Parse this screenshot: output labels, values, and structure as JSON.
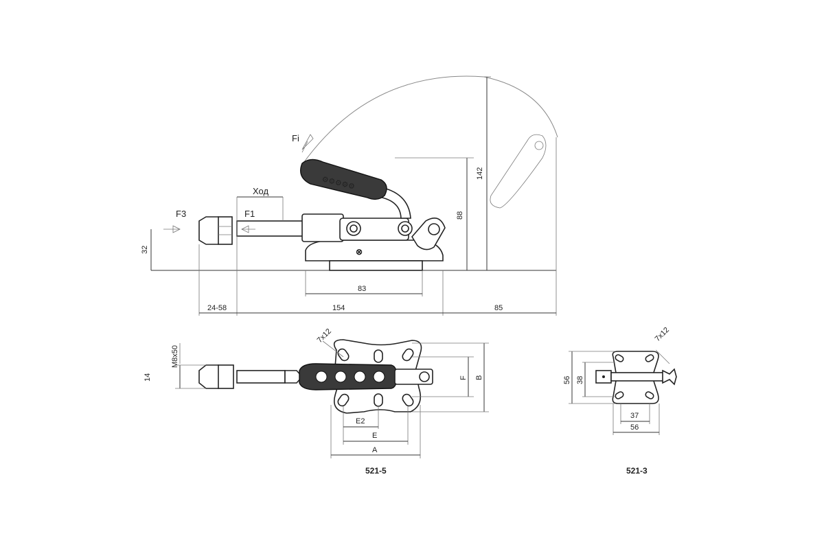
{
  "labels": {
    "force_fi": "Fi",
    "force_f3": "F3",
    "force_f1": "F1",
    "stroke": "Ход",
    "dim_142": "142",
    "dim_88": "88",
    "dim_32": "32",
    "dim_83": "83",
    "dim_24_58": "24-58",
    "dim_154": "154",
    "dim_85": "85",
    "thread": "M8x50",
    "dim_14": "14",
    "slot_a": "7x12",
    "dim_F": "F",
    "dim_B": "B",
    "dim_E2": "E2",
    "dim_E": "E",
    "dim_A": "A",
    "model_a": "521-5",
    "slot_b": "7x12",
    "dim_56v": "56",
    "dim_38": "38",
    "dim_37": "37",
    "dim_56h": "56",
    "model_b": "521-3"
  }
}
